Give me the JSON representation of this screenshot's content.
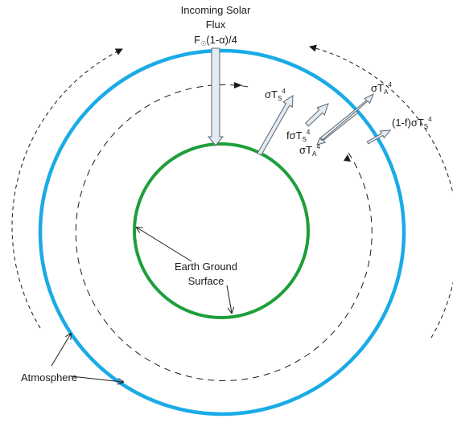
{
  "colors": {
    "atmosphere": "#1AABE6",
    "ground": "#1E9E3A",
    "ink": "#1a1a1a",
    "arrow_fill": "#E4EAF2",
    "arrow_stroke": "#5C6770"
  },
  "labels": {
    "incoming_line1": "Incoming Solar",
    "incoming_line2": "Flux",
    "incoming_formula_prefix": "F",
    "incoming_formula_sub": "☉",
    "incoming_formula_suffix": "(1-α)/4",
    "sigma_ts": "σT",
    "sigma_ts_sub": "S",
    "sigma_ts_sup": "4",
    "f_sigma_ts": "fσT",
    "f_sigma_ts_sub": "S",
    "f_sigma_ts_sup": "4",
    "sigma_ta_up": "σT",
    "sigma_ta_up_sub": "A",
    "sigma_ta_up_sup": "4",
    "sigma_ta_down": "σT",
    "sigma_ta_down_sub": "A",
    "sigma_ta_down_sup": "4",
    "one_minus_f": "(1-f)σT",
    "one_minus_f_sub": "S",
    "one_minus_f_sup": "4",
    "earth_line1": "Earth Ground",
    "earth_line2": "Surface",
    "atmosphere": "Atmosphere"
  }
}
